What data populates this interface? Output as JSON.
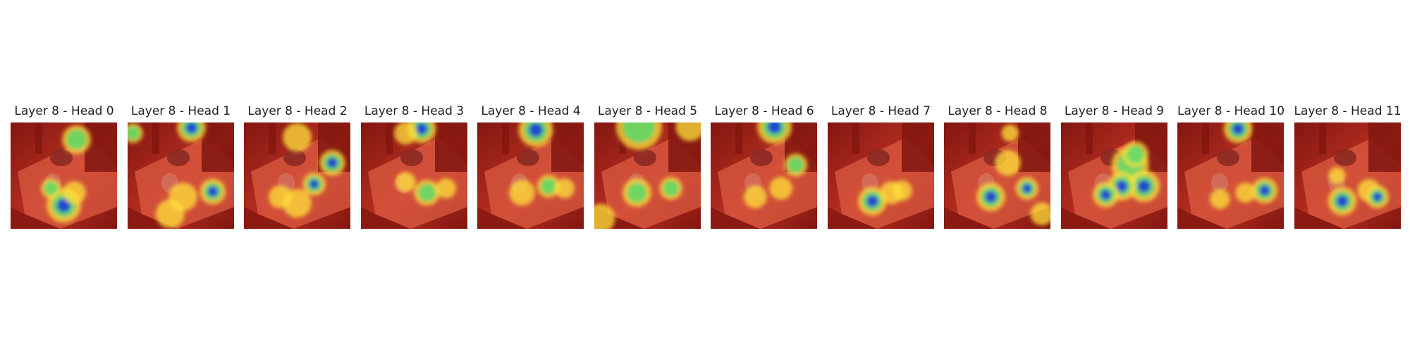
{
  "figure": {
    "panels": [
      {
        "title": "Layer 8 - Head 0",
        "hotspots": [
          [
            0.62,
            0.16,
            0.1,
            "g"
          ],
          [
            0.5,
            0.78,
            0.12,
            "b"
          ],
          [
            0.6,
            0.66,
            0.08,
            "y"
          ],
          [
            0.38,
            0.62,
            0.07,
            "g"
          ]
        ]
      },
      {
        "title": "Layer 8 - Head 1",
        "hotspots": [
          [
            0.6,
            0.05,
            0.1,
            "b"
          ],
          [
            0.8,
            0.65,
            0.09,
            "b"
          ],
          [
            0.52,
            0.7,
            0.1,
            "y"
          ],
          [
            0.4,
            0.86,
            0.1,
            "y"
          ],
          [
            0.05,
            0.1,
            0.07,
            "g"
          ]
        ]
      },
      {
        "title": "Layer 8 - Head 2",
        "hotspots": [
          [
            0.5,
            0.14,
            0.1,
            "y"
          ],
          [
            0.83,
            0.38,
            0.09,
            "b"
          ],
          [
            0.66,
            0.58,
            0.08,
            "b"
          ],
          [
            0.5,
            0.76,
            0.1,
            "y"
          ],
          [
            0.34,
            0.7,
            0.08,
            "y"
          ]
        ]
      },
      {
        "title": "Layer 8 - Head 3",
        "hotspots": [
          [
            0.57,
            0.06,
            0.1,
            "b"
          ],
          [
            0.42,
            0.1,
            0.08,
            "y"
          ],
          [
            0.62,
            0.66,
            0.09,
            "g"
          ],
          [
            0.42,
            0.56,
            0.07,
            "y"
          ],
          [
            0.8,
            0.62,
            0.07,
            "y"
          ]
        ]
      },
      {
        "title": "Layer 8 - Head 4",
        "hotspots": [
          [
            0.55,
            0.07,
            0.12,
            "b"
          ],
          [
            0.67,
            0.6,
            0.08,
            "g"
          ],
          [
            0.42,
            0.66,
            0.09,
            "y"
          ],
          [
            0.82,
            0.62,
            0.07,
            "y"
          ]
        ]
      },
      {
        "title": "Layer 8 - Head 5",
        "hotspots": [
          [
            0.42,
            0.04,
            0.16,
            "g"
          ],
          [
            0.9,
            0.04,
            0.1,
            "y"
          ],
          [
            0.4,
            0.66,
            0.1,
            "g"
          ],
          [
            0.72,
            0.62,
            0.08,
            "g"
          ],
          [
            0.06,
            0.9,
            0.1,
            "y"
          ]
        ]
      },
      {
        "title": "Layer 8 - Head 6",
        "hotspots": [
          [
            0.6,
            0.04,
            0.12,
            "b"
          ],
          [
            0.8,
            0.4,
            0.08,
            "g"
          ],
          [
            0.66,
            0.62,
            0.08,
            "y"
          ],
          [
            0.42,
            0.7,
            0.08,
            "y"
          ]
        ]
      },
      {
        "title": "Layer 8 - Head 7",
        "hotspots": [
          [
            0.42,
            0.74,
            0.1,
            "b"
          ],
          [
            0.6,
            0.66,
            0.08,
            "y"
          ],
          [
            0.7,
            0.64,
            0.07,
            "y"
          ]
        ]
      },
      {
        "title": "Layer 8 - Head 8",
        "hotspots": [
          [
            0.6,
            0.38,
            0.09,
            "y"
          ],
          [
            0.44,
            0.7,
            0.1,
            "b"
          ],
          [
            0.78,
            0.62,
            0.08,
            "b"
          ],
          [
            0.92,
            0.86,
            0.08,
            "y"
          ],
          [
            0.62,
            0.1,
            0.06,
            "y"
          ]
        ]
      },
      {
        "title": "Layer 8 - Head 9",
        "hotspots": [
          [
            0.65,
            0.4,
            0.13,
            "g"
          ],
          [
            0.78,
            0.6,
            0.11,
            "b"
          ],
          [
            0.57,
            0.6,
            0.1,
            "b"
          ],
          [
            0.42,
            0.68,
            0.09,
            "b"
          ],
          [
            0.7,
            0.3,
            0.09,
            "g"
          ]
        ]
      },
      {
        "title": "Layer 8 - Head 10",
        "hotspots": [
          [
            0.57,
            0.06,
            0.1,
            "b"
          ],
          [
            0.82,
            0.64,
            0.09,
            "b"
          ],
          [
            0.64,
            0.66,
            0.07,
            "y"
          ],
          [
            0.4,
            0.72,
            0.07,
            "y"
          ]
        ]
      },
      {
        "title": "Layer 8 - Head 11",
        "hotspots": [
          [
            0.45,
            0.74,
            0.1,
            "b"
          ],
          [
            0.7,
            0.64,
            0.08,
            "y"
          ],
          [
            0.78,
            0.7,
            0.08,
            "b"
          ],
          [
            0.4,
            0.5,
            0.06,
            "y"
          ]
        ]
      }
    ]
  },
  "colors": {
    "base_dark": "#5e1212",
    "base_mid": "#a8322a",
    "counter_light": "#d26a52",
    "overlay_red": "#ff2a0a",
    "hot_yellow": "#ffe23a",
    "hot_green": "#59d96a",
    "hot_blue": "#1a3cd8",
    "title_text": "#222222"
  }
}
